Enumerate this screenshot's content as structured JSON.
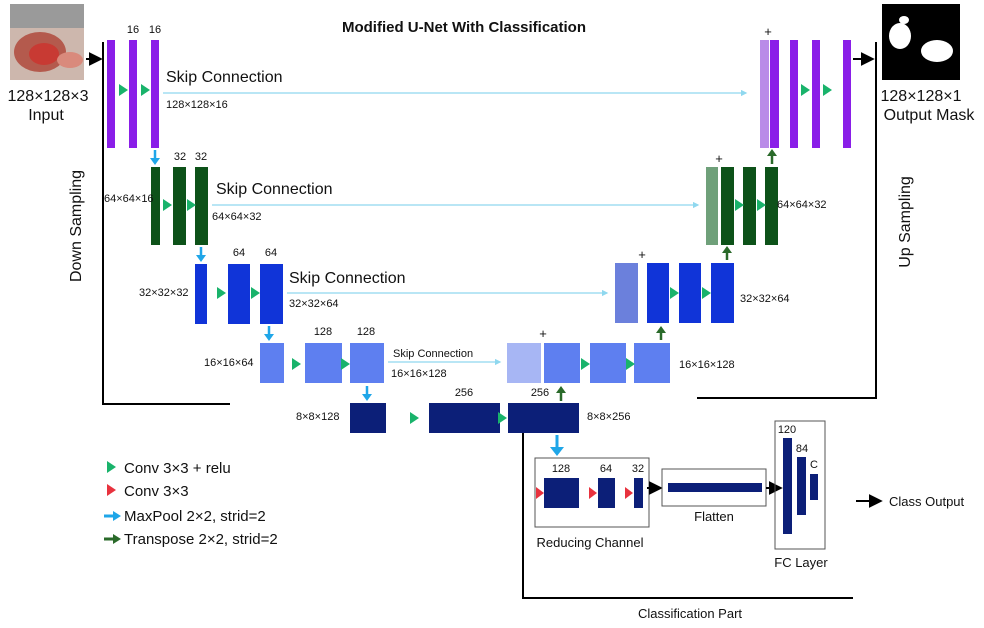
{
  "title": "Modified U-Net With Classification",
  "input": {
    "dims": "128×128×3",
    "label": "Input"
  },
  "output": {
    "dims": "128×128×1",
    "label": "Output Mask"
  },
  "side_labels": {
    "down": "Down Sampling",
    "up": "Up Sampling"
  },
  "skip_label": "Skip Connection",
  "plus": "+",
  "encoder": [
    {
      "channels": [
        "16",
        "16"
      ],
      "in_dims": "",
      "out_dims": "128×128×16"
    },
    {
      "channels": [
        "32",
        "32"
      ],
      "in_dims": "64×64×16",
      "out_dims": "64×64×32"
    },
    {
      "channels": [
        "64",
        "64"
      ],
      "in_dims": "32×32×32",
      "out_dims": "32×32×64"
    },
    {
      "channels": [
        "128",
        "128"
      ],
      "in_dims": "16×16×64",
      "out_dims": "16×16×128"
    }
  ],
  "bottleneck": {
    "in_dims": "8×8×128",
    "channels": [
      "256",
      "256"
    ],
    "out_dims": "8×8×256"
  },
  "decoder_dims": [
    "",
    "64×64×32",
    "32×32×64",
    "16×16×128"
  ],
  "classification": {
    "title": "Classification Part",
    "reducing": {
      "label": "Reducing Channel",
      "channels": [
        "128",
        "64",
        "32"
      ]
    },
    "flatten": "Flatten",
    "fc": {
      "label": "FC Layer",
      "units": [
        "120",
        "84",
        "C"
      ]
    },
    "output": "Class Output"
  },
  "legend": [
    {
      "label": "Conv 3×3 + relu",
      "kind": "green-tri"
    },
    {
      "label": "Conv 3×3",
      "kind": "red-tri"
    },
    {
      "label": "MaxPool 2×2, strid=2",
      "kind": "blue-arrow"
    },
    {
      "label": "Transpose 2×2, strid=2",
      "kind": "green-arrow"
    }
  ],
  "colors": {
    "level1": "#8a1ee8",
    "level1_light": "#b98be8",
    "level2": "#0d5219",
    "level2_light": "#6fa07a",
    "level3": "#1034d8",
    "level3_light": "#6b80dc",
    "level4": "#5e7ff0",
    "level4_light": "#a7b6f4",
    "level5": "#0c1f78",
    "green_tri": "#19b36b",
    "red_tri": "#e8323e",
    "maxpool": "#1fa6e8",
    "transpose": "#2a6a2a",
    "skip_line": "#8fd8ef"
  }
}
